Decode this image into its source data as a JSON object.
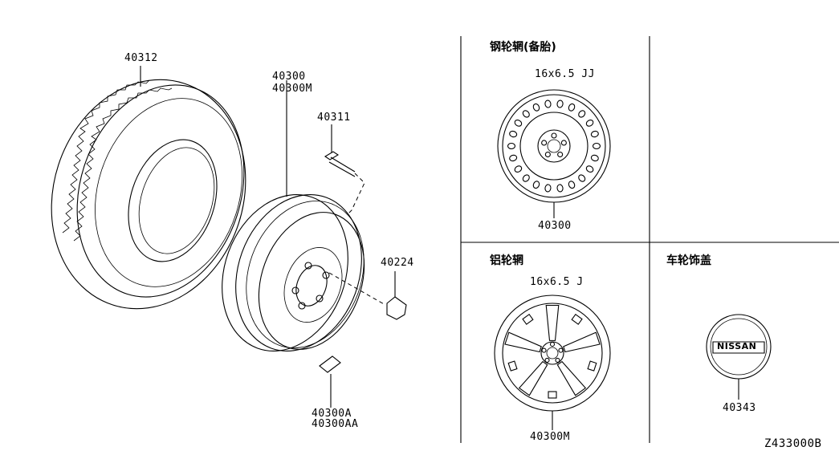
{
  "diagram_id": "Z433000B",
  "parts": {
    "tire": "40312",
    "wheel": [
      "40300",
      "40300M"
    ],
    "valve": "40311",
    "nut": "40224",
    "weight": [
      "40300A",
      "40300AA"
    ]
  },
  "panels": {
    "steel_wheel": {
      "title": "钢轮辋(备胎)",
      "size": "16x6.5 JJ",
      "part": "40300"
    },
    "alloy_wheel": {
      "title": "铝轮辋",
      "size": "16x6.5 J",
      "part": "40300M"
    },
    "hub_cap": {
      "title": "车轮饰盖",
      "part": "40343",
      "logo_text": "NISSAN"
    }
  }
}
